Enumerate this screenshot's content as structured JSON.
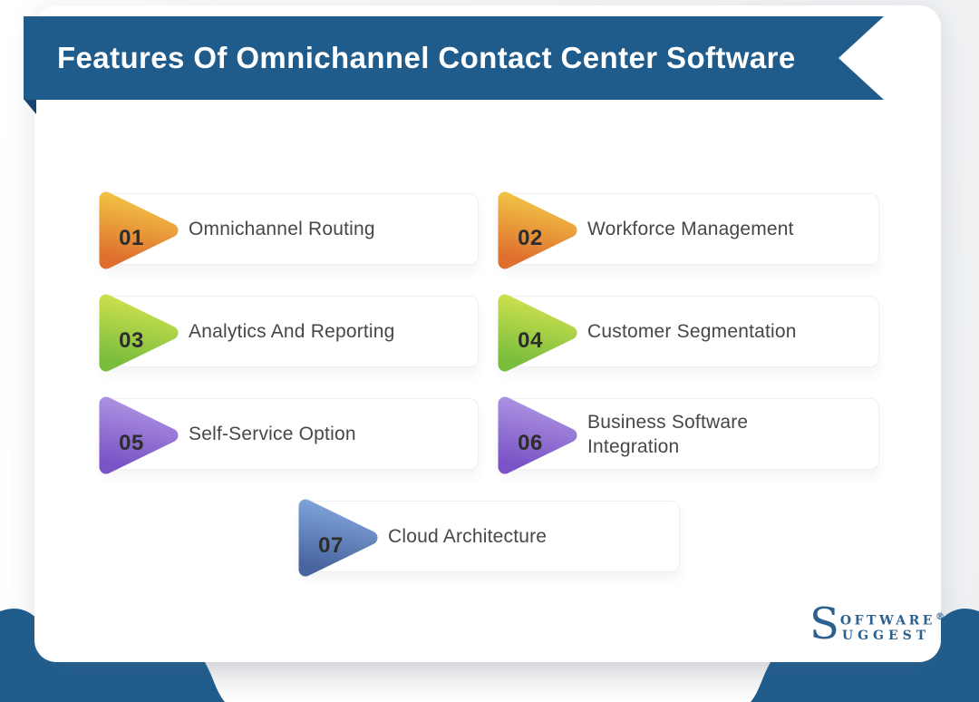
{
  "header": {
    "title": "Features Of Omnichannel Contact Center Software"
  },
  "items": [
    {
      "number": "01",
      "label": "Omnichannel Routing",
      "gradient_top": "#F2C445",
      "gradient_bottom": "#DE6F2F"
    },
    {
      "number": "02",
      "label": "Workforce Management",
      "gradient_top": "#F2C445",
      "gradient_bottom": "#DE6F2F"
    },
    {
      "number": "03",
      "label": "Analytics And Reporting",
      "gradient_top": "#CDE14D",
      "gradient_bottom": "#7ABD3D"
    },
    {
      "number": "04",
      "label": "Customer Segmentation",
      "gradient_top": "#CDE14D",
      "gradient_bottom": "#7ABD3D"
    },
    {
      "number": "05",
      "label": "Self-Service Option",
      "gradient_top": "#AC92E1",
      "gradient_bottom": "#7A54C6"
    },
    {
      "number": "06",
      "label": "Business Software\nIntegration",
      "gradient_top": "#AC92E1",
      "gradient_bottom": "#7A54C6"
    },
    {
      "number": "07",
      "label": "Cloud Architecture",
      "gradient_top": "#7EA4D9",
      "gradient_bottom": "#49659F"
    }
  ],
  "logo": {
    "initial": "S",
    "line1": "OFTWARE",
    "line2": "UGGEST",
    "registered": "®"
  },
  "colors": {
    "ribbon": "#1F5C8C",
    "ribbon_fold": "#16466F",
    "band": "#1F5C8C",
    "title_text": "#FFFFFF",
    "number_text": "#2D2D2D",
    "label_text": "#474747",
    "logo": "#2C618F",
    "bulge_top": "#E7E8EA",
    "bulge_bottom": "#FFFFFF"
  }
}
